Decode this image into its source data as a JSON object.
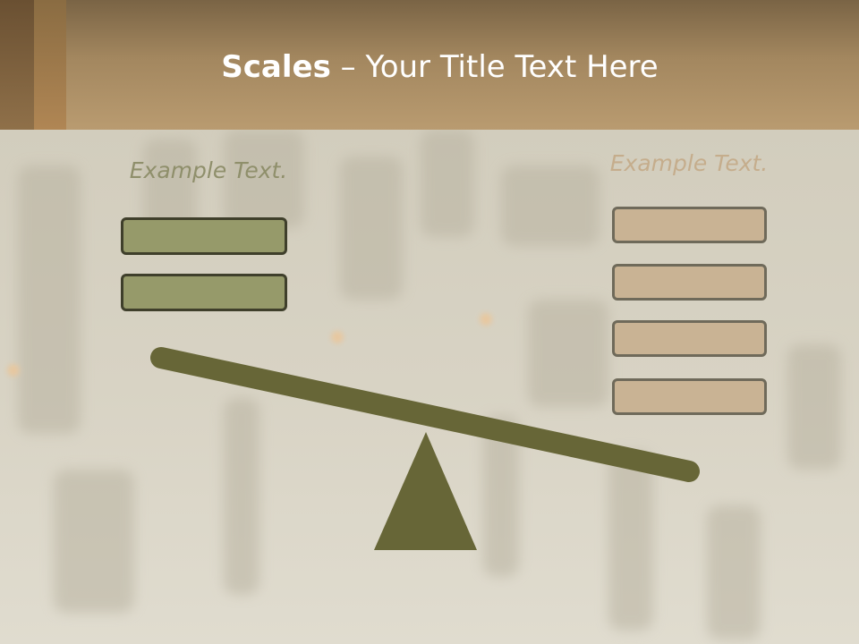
{
  "slide": {
    "title_bold": "Scales",
    "title_rest": " – Your Title Text Here",
    "left_label": "Example Text.",
    "right_label": "Example Text.",
    "left_boxes": 2,
    "right_boxes": 4,
    "beam_tilt": "left side raised",
    "colors": {
      "header": "#a3875f",
      "beam": "#676637",
      "left_box_fill": "#969a6a",
      "left_label": "#8f8f6b",
      "right_box_fill": "#c9b394",
      "right_label": "#c5ad8c"
    }
  }
}
